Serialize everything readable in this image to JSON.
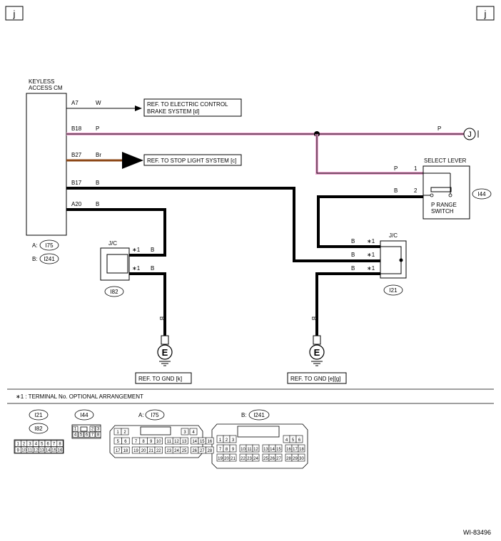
{
  "corner_tags": {
    "left": "j",
    "right": "j"
  },
  "keyless": {
    "title_line1": "KEYLESS",
    "title_line2": "ACCESS CM",
    "conn_a": "A:",
    "conn_a_id": "I75",
    "conn_b": "B:",
    "conn_b_id": "I241"
  },
  "pins": {
    "a7": "A7",
    "b18": "B18",
    "b27": "B27",
    "b17": "B17",
    "a20": "A20"
  },
  "wires": {
    "w": "W",
    "p": "P",
    "br": "Br",
    "b": "B"
  },
  "refs": {
    "brake_line1": "REF. TO ELECTRIC CONTROL",
    "brake_line2": "BRAKE SYSTEM [d]",
    "stop_light": "REF. TO STOP LIGHT SYSTEM   [c]",
    "gnd_k": "REF. TO GND  [k]",
    "gnd_eg": "REF. TO GND [e][g]"
  },
  "connector_j": "J",
  "select_lever": {
    "title": "SELECT LEVER",
    "pin1": "1",
    "pin2": "2",
    "switch_line1": "P RANGE",
    "switch_line2": "SWITCH",
    "conn_id": "I44"
  },
  "jc": {
    "label": "J/C",
    "star": "∗1",
    "left_id": "I82",
    "right_id": "I21"
  },
  "ground": {
    "symbol": "E"
  },
  "note": "∗1 : TERMINAL No. OPTIONAL ARRANGEMENT",
  "faces": {
    "i21": "I21",
    "i82": "I82",
    "i44": "I44",
    "a_label": "A:",
    "i75": "I75",
    "b_label": "B:",
    "i241": "I241",
    "jc_row1": [
      "1",
      "2",
      "3",
      "4",
      "5",
      "6",
      "7",
      "8"
    ],
    "jc_row2": [
      "9",
      "10",
      "11",
      "12",
      "13",
      "14",
      "15",
      "16"
    ],
    "i44_pins": [
      "1",
      "2",
      "3",
      "4",
      "5",
      "6",
      "7",
      "8"
    ],
    "i75_top": [
      "1",
      "2",
      "3",
      "4"
    ],
    "i75_row2": [
      "5",
      "6",
      "7",
      "8",
      "9",
      "10",
      "11",
      "12",
      "13",
      "14",
      "15",
      "16"
    ],
    "i75_row3": [
      "17",
      "18",
      "19",
      "20",
      "21",
      "22",
      "23",
      "24",
      "25",
      "26",
      "27",
      "28"
    ],
    "i241_r1": [
      "1",
      "2",
      "3",
      "4",
      "5",
      "6"
    ],
    "i241_r2": [
      "7",
      "8",
      "9",
      "10",
      "11",
      "12",
      "13",
      "14",
      "15",
      "16",
      "17",
      "18"
    ],
    "i241_r3": [
      "19",
      "20",
      "21",
      "22",
      "23",
      "24",
      "25",
      "26",
      "27",
      "28",
      "29",
      "30"
    ]
  },
  "figure_id": "WI-83496",
  "colors": {
    "pink": "#f2a6d4",
    "brown": "#8b4513",
    "wire": "#000000"
  }
}
